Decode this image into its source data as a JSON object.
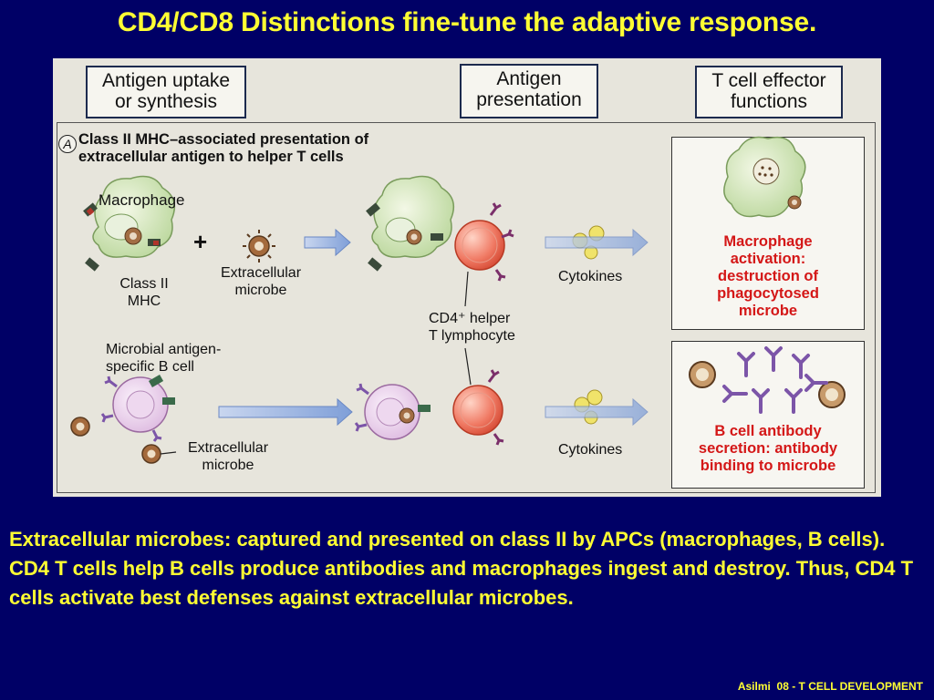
{
  "slide": {
    "title": "CD4/CD8 Distinctions fine-tune the adaptive response.",
    "caption": "Extracellular microbes: captured and presented on class II by APCs (macrophages, B cells). CD4 T cells help B cells produce antibodies and macrophages ingest and destroy. Thus, CD4 T cells activate best defenses against extracellular microbes.",
    "footer": "Asilmi  08 - T CELL DEVELOPMENT"
  },
  "figure": {
    "stages": {
      "uptake_line1": "Antigen uptake",
      "uptake_line2": "or synthesis",
      "presentation_line1": "Antigen",
      "presentation_line2": "presentation",
      "effector_line1": "T cell effector",
      "effector_line2": "functions"
    },
    "panel": {
      "letter": "A",
      "title_line1": "Class II MHC–associated presentation of",
      "title_line2": "extracellular antigen to helper T cells"
    },
    "labels": {
      "macrophage": "Macrophage",
      "plus": "+",
      "class2_line1": "Class II",
      "class2_line2": "MHC",
      "extracellular_line1": "Extracellular",
      "extracellular_line2": "microbe",
      "cytokines_top": "Cytokines",
      "cd4_line1": "CD4⁺ helper",
      "cd4_line2": "T lymphocyte",
      "bcell_line1": "Microbial antigen-",
      "bcell_line2": "specific B cell",
      "extracellular2_line1": "Extracellular",
      "extracellular2_line2": "microbe",
      "cytokines_bottom": "Cytokines"
    },
    "effects": {
      "macrophage_line1": "Macrophage",
      "macrophage_line2": "activation:",
      "macrophage_line3": "destruction of",
      "macrophage_line4": "phagocytosed",
      "macrophage_line5": "microbe",
      "bcell_line1": "B cell antibody",
      "bcell_line2": "secretion: antibody",
      "bcell_line3": "binding to microbe"
    }
  },
  "colors": {
    "background": "#000066",
    "text": "#ffff33",
    "effect_text": "#d41717"
  }
}
